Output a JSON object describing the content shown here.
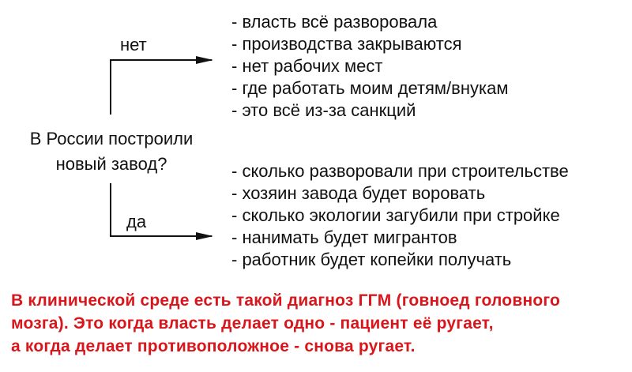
{
  "question": {
    "line1": "В России построили",
    "line2": "новый завод?"
  },
  "branch_no": {
    "label": "нет",
    "items": [
      "- власть всё разворовала",
      "- производства закрываются",
      "- нет рабочих мест",
      "- где работать моим детям/внукам",
      "- это всё из-за санкций"
    ]
  },
  "branch_yes": {
    "label": "да",
    "items": [
      "- сколько разворовали при строительстве",
      "- хозяин завода будет воровать",
      "- сколько экологии загубили при стройке",
      "- нанимать будет мигрантов",
      "- работник будет копейки получать"
    ]
  },
  "note": {
    "lines": [
      "В клинической среде есть такой диагноз ГГМ (говноед головного",
      "мозга). Это когда власть делает одно - пациент её ругает,",
      "а когда делает противоположное - снова ругает."
    ],
    "color": "#d9161c"
  }
}
